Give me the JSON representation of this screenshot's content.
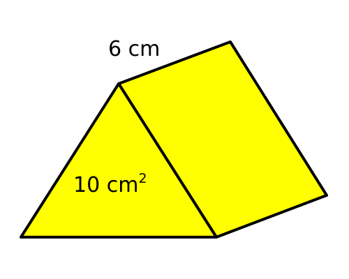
{
  "shape": {
    "fill_color": "#ffff00",
    "stroke_color": "#000000"
  },
  "labels": {
    "length_text": "6 cm",
    "area_value": "10 cm",
    "area_exponent": "2"
  }
}
